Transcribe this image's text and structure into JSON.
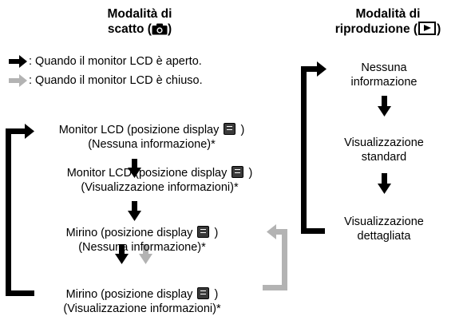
{
  "shooting_header": {
    "line1": "Modalità di",
    "line2_text": "scatto (",
    "line2_close": ")",
    "icon": "camera-icon"
  },
  "playback_header": {
    "line1": "Modalità di",
    "line2_text": "riproduzione (",
    "line2_close": ")",
    "icon": "play-icon"
  },
  "legend": {
    "black_arrow_text": ": Quando il monitor LCD è aperto.",
    "gray_arrow_text": ": Quando il monitor LCD è chiuso.",
    "black_color": "#000000",
    "gray_color": "#b3b3b3"
  },
  "shooting_states": [
    {
      "line1_pre": "Monitor LCD (posizione display",
      "line1_post": ")",
      "line2": "(Nessuna informazione)*",
      "icon": "display-1-icon"
    },
    {
      "line1_pre": "Monitor LCD (posizione display",
      "line1_post": ")",
      "line2": "(Visualizzazione informazioni)*",
      "icon": "display-2-icon"
    },
    {
      "line1_pre": "Mirino (posizione display",
      "line1_post": ")",
      "line2": "(Nessuna informazione)*",
      "icon": "display-1-icon"
    },
    {
      "line1_pre": "Mirino (posizione display",
      "line1_post": ")",
      "line2": "(Visualizzazione informazioni)*",
      "icon": "display-2-icon"
    }
  ],
  "playback_states": [
    {
      "line1": "Nessuna",
      "line2": "informazione"
    },
    {
      "line1": "Visualizzazione",
      "line2": "standard"
    },
    {
      "line1": "Visualizzazione",
      "line2": "dettagliata"
    }
  ]
}
